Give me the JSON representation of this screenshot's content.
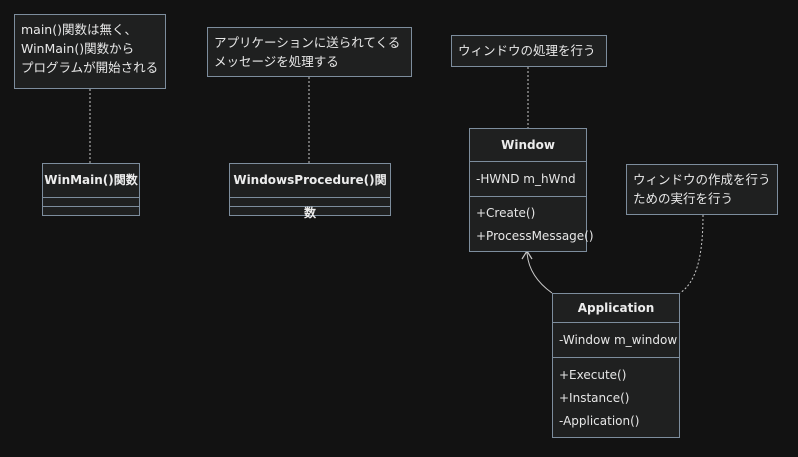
{
  "notes": {
    "winmain_note": {
      "lines": [
        "main()関数は無く、",
        "WinMain()関数から",
        "プログラムが開始される"
      ]
    },
    "winproc_note": {
      "lines": [
        "アプリケーションに送られてくる",
        "メッセージを処理する"
      ]
    },
    "window_note": {
      "lines": [
        "ウィンドウの処理を行う"
      ]
    },
    "application_note": {
      "lines": [
        "ウィンドウの作成を行う",
        "ための実行を行う"
      ]
    }
  },
  "classes": {
    "winmain": {
      "name": "WinMain()関数",
      "attributes": [],
      "methods": []
    },
    "winproc": {
      "name": "WindowsProcedure()関数",
      "attributes": [],
      "methods": []
    },
    "window": {
      "name": "Window",
      "attributes": [
        "-HWND m_hWnd"
      ],
      "methods": [
        "+Create()",
        "+ProcessMessage()"
      ]
    },
    "application": {
      "name": "Application",
      "attributes": [
        "-Window m_window"
      ],
      "methods": [
        "+Execute()",
        "+Instance()",
        "-Application()"
      ]
    }
  },
  "colors": {
    "background": "#121212",
    "box_fill": "#1f2020",
    "border": "#7d8d9d",
    "text": "#e6e6e6",
    "connector": "#c8c8c8"
  }
}
